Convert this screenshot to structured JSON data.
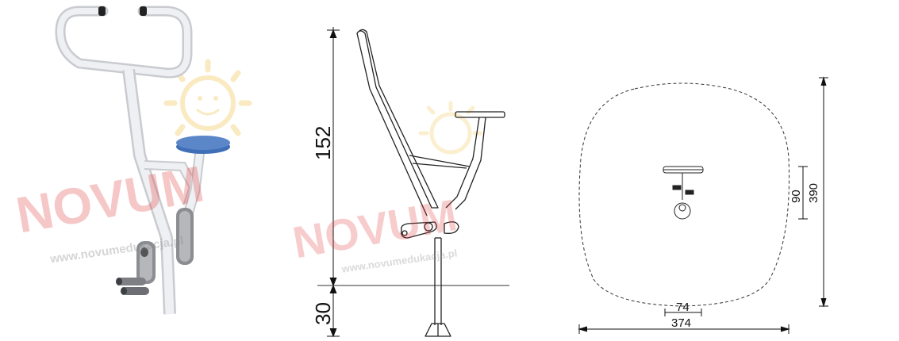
{
  "watermark": {
    "logo_text": "NOVUM",
    "url": "www.novumedukacja.pl"
  },
  "side_view": {
    "height_above_ground": "152",
    "depth_below_ground": "30"
  },
  "plan_view": {
    "depth_dim": "90",
    "safety_zone_depth": "390",
    "width_dim": "74",
    "safety_zone_width": "374"
  },
  "colors": {
    "seat": "#5b86c8",
    "frame": "#e8e9ec",
    "logo_red": "#e23a3a",
    "sun_yellow": "#f6d27a",
    "pedal": "#8b8d92"
  }
}
